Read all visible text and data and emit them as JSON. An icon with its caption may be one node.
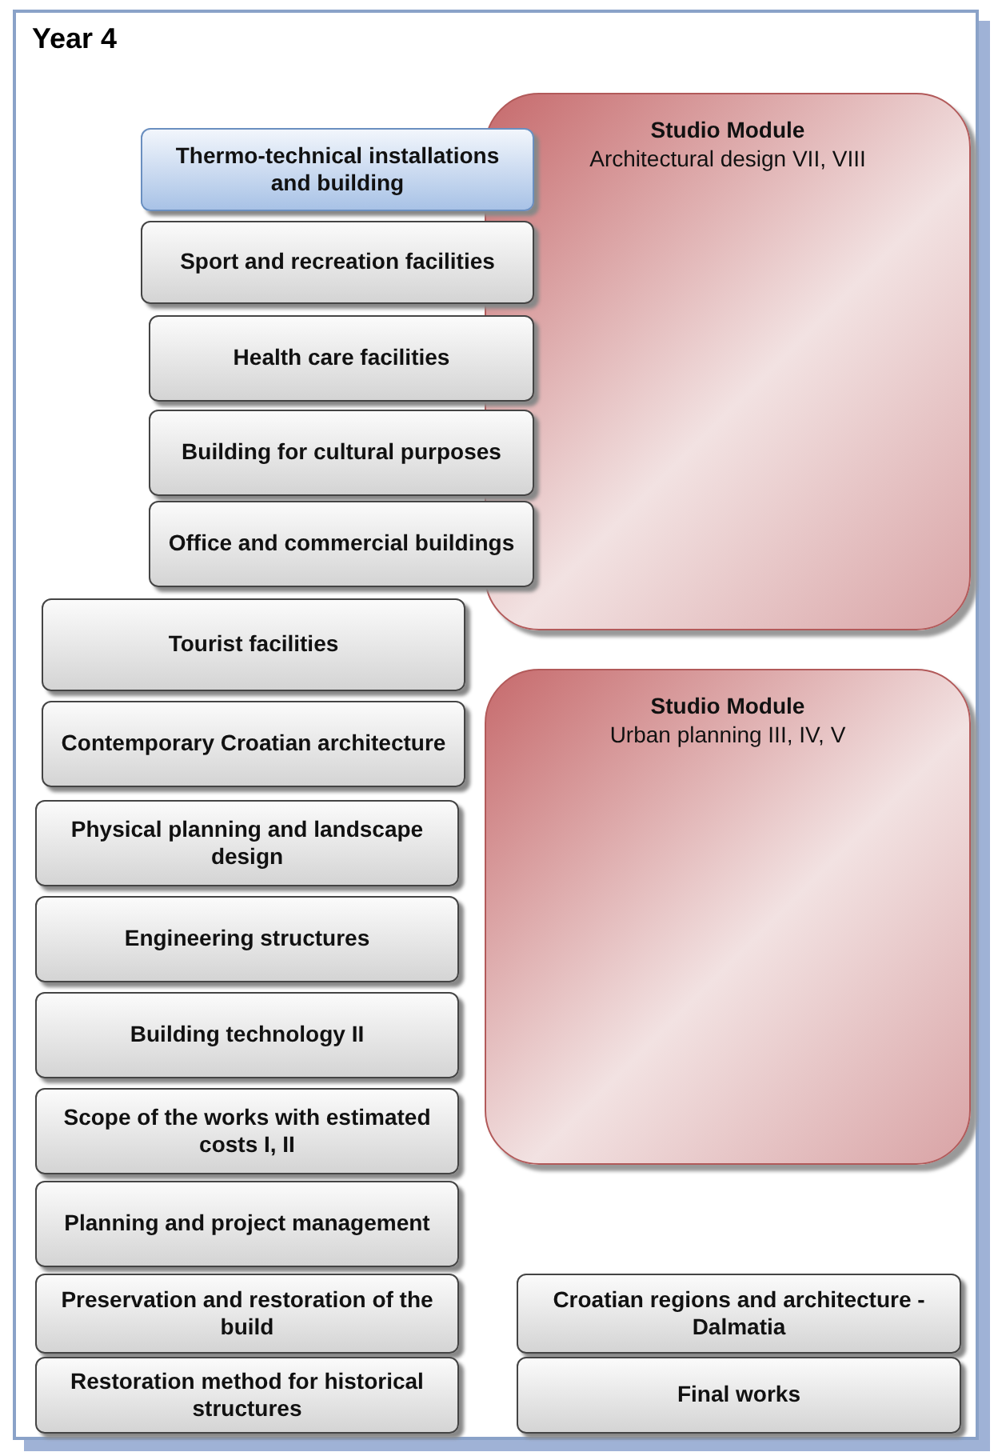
{
  "diagram": {
    "nodes": [
      {
        "text": [
          "Year 4"
        ]
      },
      {
        "text": [
          "Thermo-technical installations and building"
        ],
        "in": 0
      },
      {
        "text": [
          "Studio Module",
          "Architectural design VII, VIII"
        ],
        "in": 0
      },
      {
        "text": [
          "Sport and recreation facilities"
        ],
        "in": 0
      },
      {
        "text": [
          "Health care facilities"
        ],
        "in": 0
      },
      {
        "text": [
          "Building for cultural purposes"
        ],
        "in": 0
      },
      {
        "text": [
          "Office and commercial buildings"
        ],
        "in": 0
      },
      {
        "text": [
          "Tourist facilities"
        ],
        "in": 0
      },
      {
        "text": [
          "Contemporary Croatian architecture"
        ],
        "in": 0
      },
      {
        "text": [
          "Studio Module",
          "Urban planning III, IV, V"
        ],
        "in": 0
      },
      {
        "text": [
          "Physical planning and landscape design"
        ],
        "in": 0
      },
      {
        "text": [
          "Engineering structures"
        ],
        "in": 0
      },
      {
        "text": [
          "Building technology II"
        ],
        "in": 0
      },
      {
        "text": [
          "Scope of the works with estimated costs I, II"
        ],
        "in": 0
      },
      {
        "text": [
          "Planning and project management"
        ],
        "in": 0
      },
      {
        "text": [
          "Preservation and restoration of the build"
        ],
        "in": 0
      },
      {
        "text": [
          "Croatian regions and architecture - Dalmatia"
        ],
        "in": 0
      },
      {
        "text": [
          "Restoration method for historical structures"
        ],
        "in": 0
      },
      {
        "text": [
          "Final works"
        ],
        "in": 0
      }
    ]
  }
}
